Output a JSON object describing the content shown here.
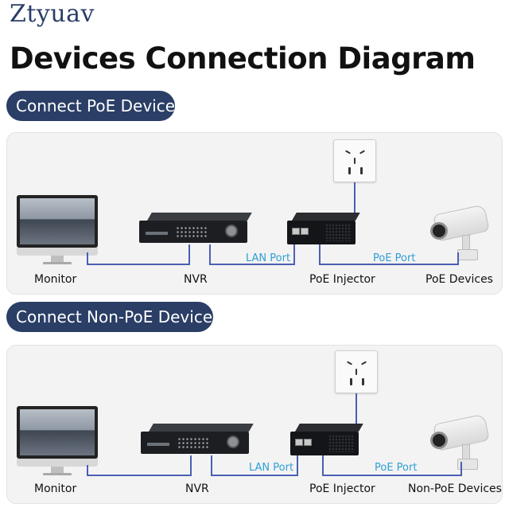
{
  "brand": "Ztyuav",
  "title": "Devices Connection Diagram",
  "sections": [
    {
      "heading": "Connect PoE Devices",
      "labels": {
        "monitor": "Monitor",
        "nvr": "NVR",
        "injector": "PoE Injector",
        "device": "PoE Devices"
      },
      "ports": {
        "lan": "LAN Port",
        "poe": "PoE Port"
      }
    },
    {
      "heading": "Connect Non-PoE Devices",
      "labels": {
        "monitor": "Monitor",
        "nvr": "NVR",
        "injector": "PoE Injector",
        "device": "Non-PoE Devices"
      },
      "ports": {
        "lan": "LAN Port",
        "poe": "PoE Port"
      }
    }
  ],
  "icons": [
    "wall-outlet-icon",
    "monitor-icon",
    "nvr-icon",
    "poe-injector-icon",
    "camera-icon"
  ],
  "colors": {
    "accent": "#2a3e66",
    "wire": "#4a5fb4",
    "port_label": "#2f9fd6",
    "panel": "#f3f3f3"
  }
}
